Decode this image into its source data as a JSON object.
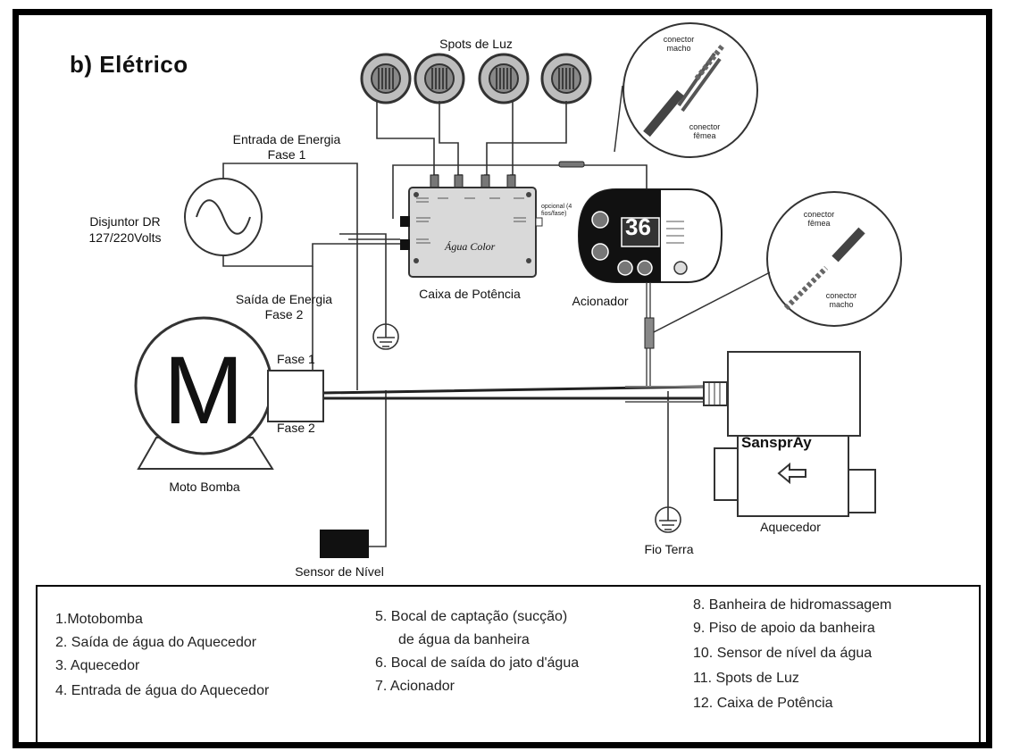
{
  "title": "b) Elétrico",
  "labels": {
    "spots_de_luz": "Spots de Luz",
    "entrada_energia": "Entrada de Energia",
    "entrada_fase": "Fase 1",
    "disjuntor_1": "Disjuntor DR",
    "disjuntor_2": "127/220Volts",
    "saida_energia": "Saída de Energia",
    "saida_fase": "Fase 2",
    "caixa_potencia": "Caixa de Potência",
    "acionador": "Acionador",
    "fase_1": "Fase 1",
    "fase_2": "Fase 2",
    "moto_bomba": "Moto Bomba",
    "motor_letter": "M",
    "sensor_nivel": "Sensor de Nível",
    "fio_terra": "Fio Terra",
    "aquecedor": "Aquecedor",
    "sanspray": "SansprAy",
    "conector_macho_1": "conector macho",
    "conector_femea_1": "conector fêmea",
    "conector_femea_2": "conector fêmea",
    "conector_macho_2": "conector macho",
    "opcional": "opcional (4 fios/fase)",
    "display_value": "36",
    "agua_color": "Água Color"
  },
  "legend": {
    "col1": [
      "1.Motobomba",
      "2. Saída de água do Aquecedor",
      "3. Aquecedor",
      "4. Entrada de água do Aquecedor"
    ],
    "col2": [
      "5. Bocal de captação (sucção)",
      "de água da banheira",
      "6. Bocal de saída do jato d'água",
      "7. Acionador"
    ],
    "col3": [
      "8. Banheira de hidromassagem",
      "9. Piso de apoio da banheira",
      "10. Sensor de nível da água",
      "11. Spots de Luz",
      "12. Caixa de Potência"
    ]
  }
}
